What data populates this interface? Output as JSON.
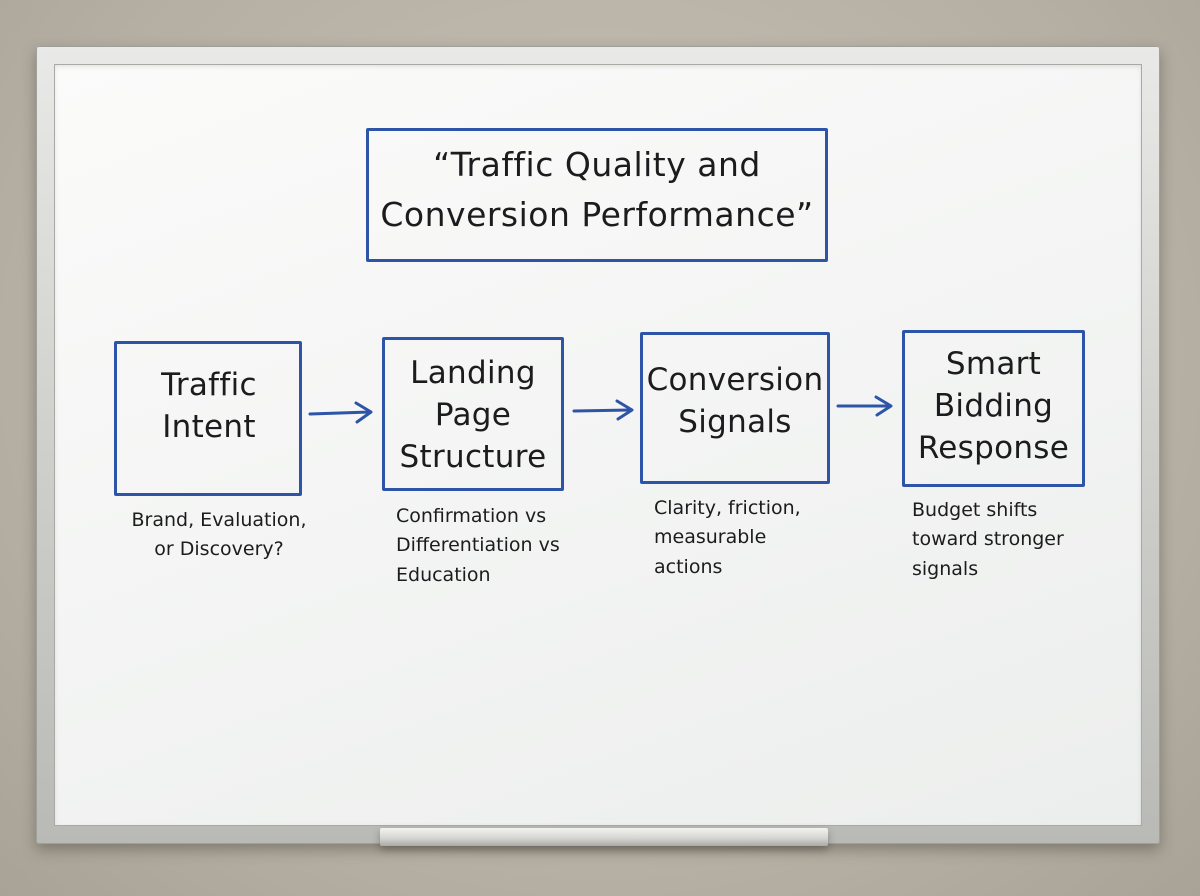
{
  "title": "“Traffic Quality and Conversion Performance”",
  "colors": {
    "marker_blue": "#2e54a8",
    "marker_black": "#1c1c1e",
    "board_white": "#f6f7f6",
    "wall": "#bcb6ab"
  },
  "steps": [
    {
      "label": "Traffic Intent",
      "note": "Brand, Evaluation, or Discovery?"
    },
    {
      "label": "Landing Page Structure",
      "note": "Confirmation vs Differentiation vs Education"
    },
    {
      "label": "Conversion Signals",
      "note": "Clarity, friction, measurable actions"
    },
    {
      "label": "Smart Bidding Response",
      "note": "Budget shifts toward stronger signals"
    }
  ]
}
